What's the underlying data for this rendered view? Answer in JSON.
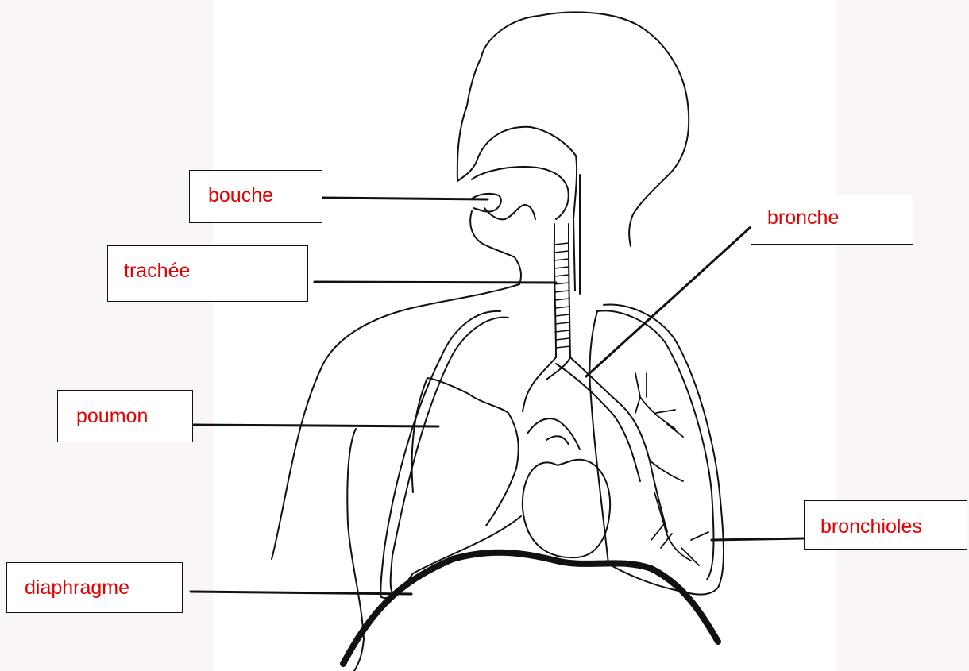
{
  "labels": {
    "bouche": "bouche",
    "trachee": "trachée",
    "poumon": "poumon",
    "diaphragme": "diaphragme",
    "bronche": "bronche",
    "bronchioles": "bronchioles"
  },
  "colors": {
    "label_text": "#e30000",
    "line": "#111111",
    "background": "#faf6f5"
  }
}
